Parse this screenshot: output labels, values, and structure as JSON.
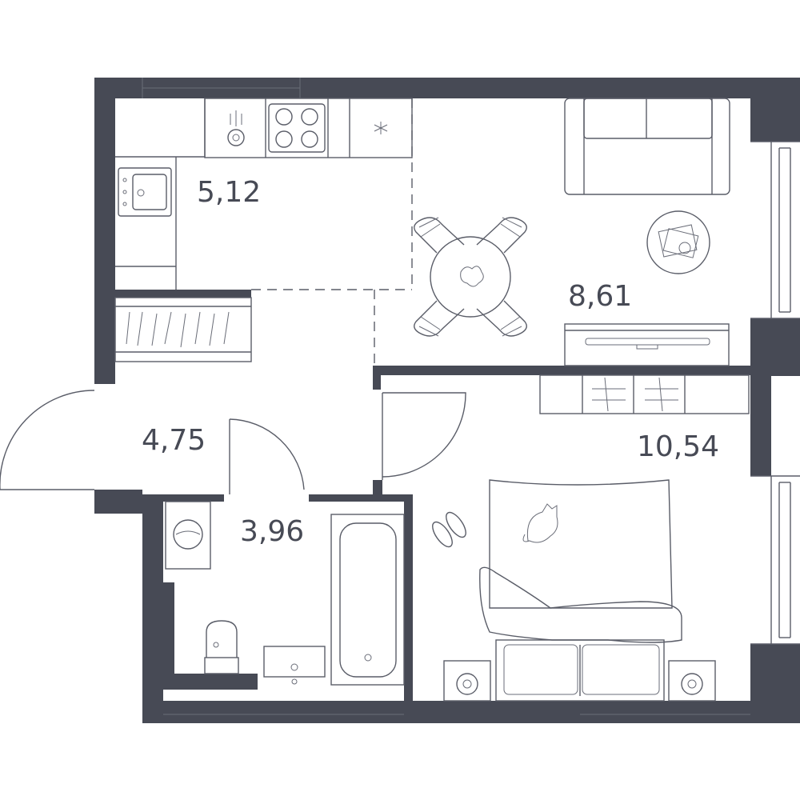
{
  "colors": {
    "wall": "#474a55",
    "line": "#5a5d68",
    "background": "#ffffff"
  },
  "rooms": [
    {
      "name": "kitchen",
      "area": "5,12"
    },
    {
      "name": "living-dining",
      "area": "8,61"
    },
    {
      "name": "hallway",
      "area": "4,75"
    },
    {
      "name": "bathroom",
      "area": "3,96"
    },
    {
      "name": "bedroom",
      "area": "10,54"
    }
  ]
}
